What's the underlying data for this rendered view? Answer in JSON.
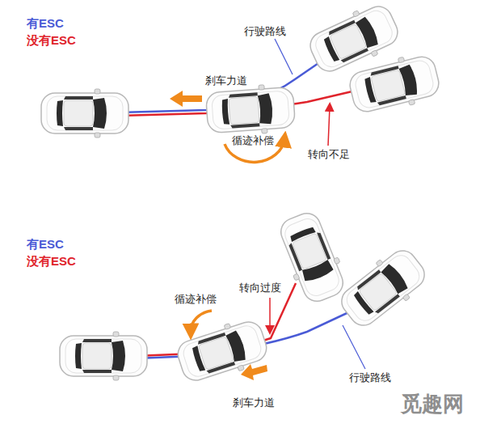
{
  "diagram": {
    "labels": [
      "刹车力道",
      "行驶路线",
      "循迹补偿",
      "转向不足",
      "循迹补偿",
      "转向过度",
      "刹车力道",
      "行驶路线",
      "觅趣网"
    ],
    "legend": [
      {
        "text": "有ESC",
        "color": "#4a5bd6"
      },
      {
        "text": "没有ESC",
        "color": "#e0242c"
      },
      {
        "text": "有ESC",
        "color": "#4a5bd6"
      },
      {
        "text": "没有ESC",
        "color": "#e0242c"
      }
    ]
  }
}
